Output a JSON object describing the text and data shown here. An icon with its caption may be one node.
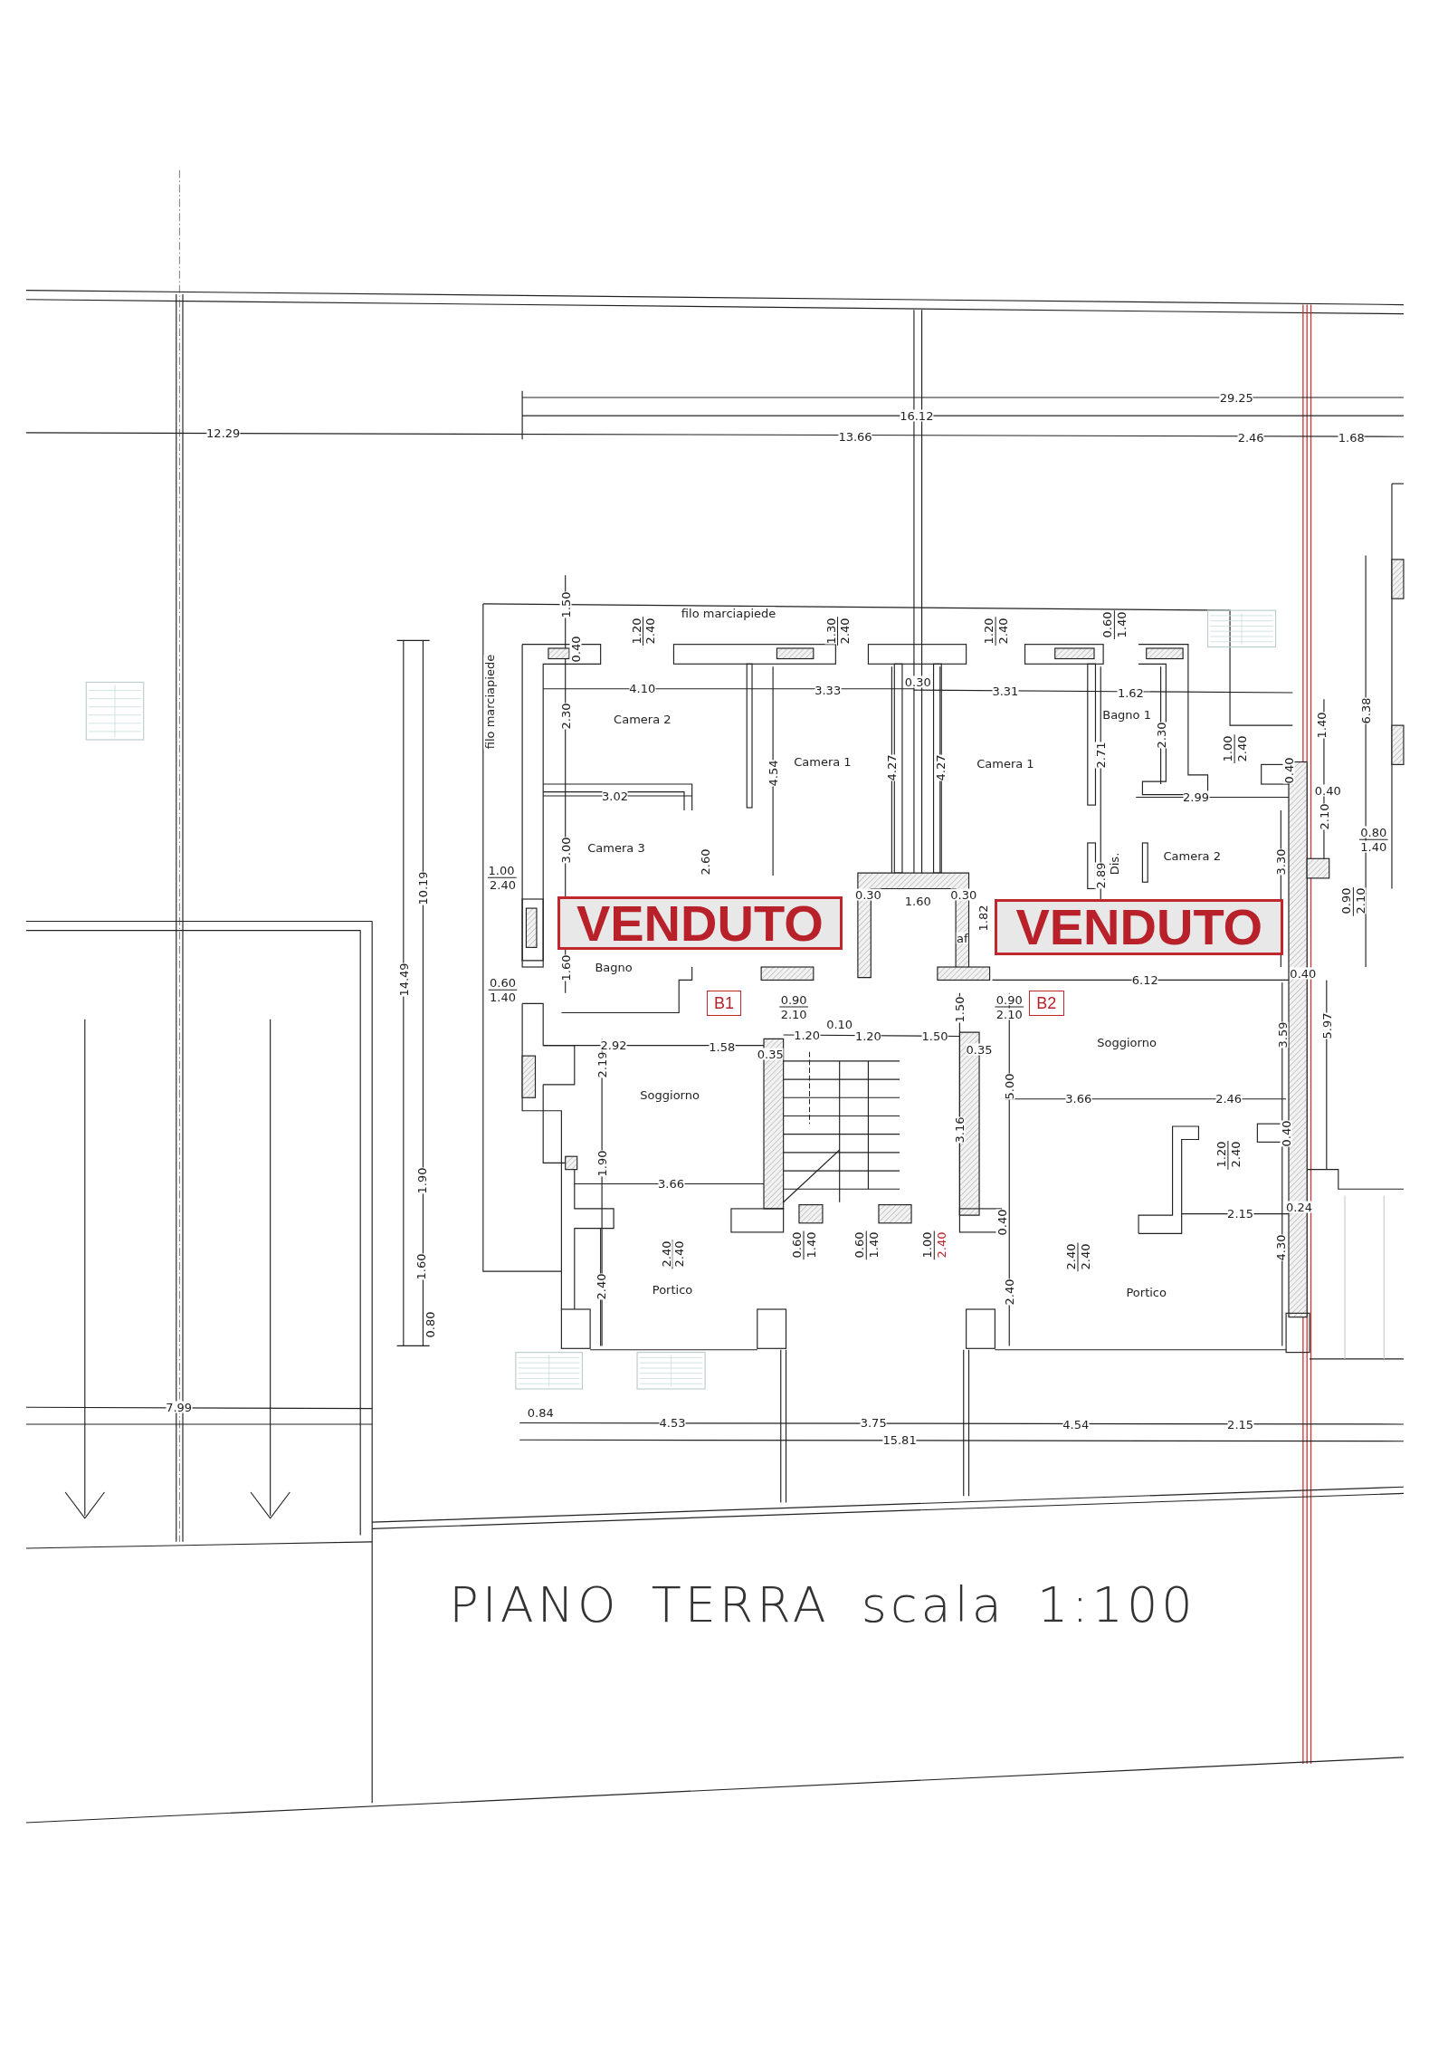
{
  "diagram": {
    "title": "PIANO TERRA scala 1:100",
    "nodes": [
      {
        "text": [
          "VENDUTO"
        ]
      },
      {
        "text": [
          "VENDUTO"
        ]
      },
      {
        "text": [
          "B1"
        ]
      },
      {
        "text": [
          "B2"
        ]
      }
    ],
    "edges": [],
    "labels": [
      "29.25",
      "16.12",
      "12.29",
      "13.66",
      "2.46",
      "1.68",
      "1.50",
      "filo marciapiede",
      "1.20",
      "2.40",
      "1.30",
      "2.40",
      "1.20",
      "2.40",
      "0.60",
      "1.40",
      "0.40",
      "4.10",
      "3.33",
      "0.30",
      "3.31",
      "1.62",
      "filo marciapiede",
      "2.30",
      "Camera 2",
      "Bagno 1",
      "2.30",
      "1.00",
      "2.40",
      "1.40",
      "6.38",
      "Camera 1",
      "4.54",
      "4.27",
      "4.27",
      "Camera 1",
      "2.71",
      "0.40",
      "0.40",
      "3.02",
      "2.99",
      "2.10",
      "0.80",
      "1.40",
      "3.00",
      "Camera 3",
      "2.60",
      "Camera 2",
      "3.30",
      "2.89",
      "Dis.",
      "10.19",
      "1.00",
      "2.40",
      "0.30",
      "1.60",
      "0.30",
      "0.90",
      "2.10",
      "1.82",
      "af",
      "1.60",
      "Bagno",
      "14.49",
      "0.60",
      "1.40",
      "6.12",
      "0.40",
      "0.90",
      "2.10",
      "1.50",
      "0.90",
      "2.10",
      "0.10",
      "3.59",
      "5.97",
      "2.92",
      "1.58",
      "1.20",
      "1.20",
      "1.50",
      "Soggiorno",
      "0.35",
      "0.35",
      "2.19",
      "5.00",
      "Soggiorno",
      "3.66",
      "2.46",
      "1.90",
      "3.16",
      "1.20",
      "2.40",
      "0.40",
      "1.90",
      "3.66",
      "0.24",
      "2.15",
      "2.40",
      "2.40",
      "0.60",
      "1.40",
      "0.60",
      "1.40",
      "1.00",
      "2.40",
      "0.40",
      "2.40",
      "2.40",
      "4.30",
      "1.60",
      "2.40",
      "Portico",
      "2.40",
      "Portico",
      "0.80",
      "7.99",
      "0.84",
      "4.53",
      "3.75",
      "4.54",
      "2.15",
      "15.81"
    ]
  }
}
